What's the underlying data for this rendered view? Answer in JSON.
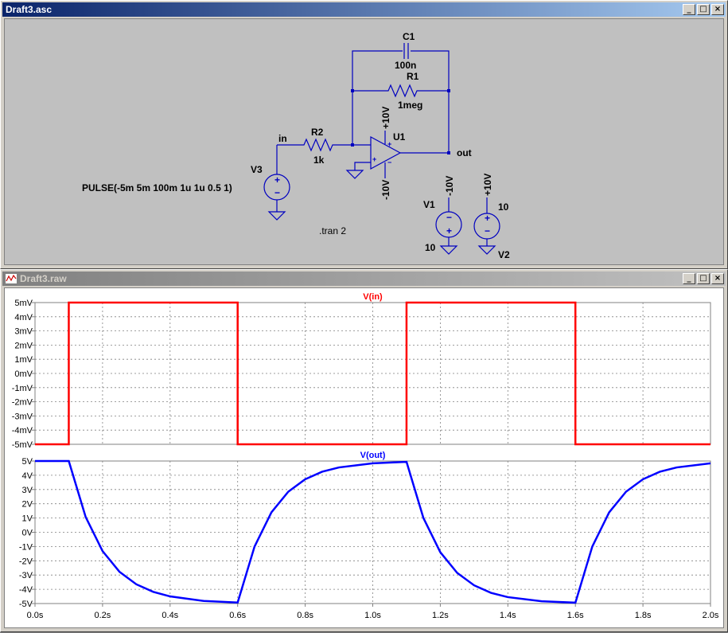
{
  "schematic_window": {
    "title": "Draft3.asc",
    "components": {
      "c1": {
        "name": "C1",
        "value": "100n"
      },
      "r1": {
        "name": "R1",
        "value": "1meg"
      },
      "r2": {
        "name": "R2",
        "value": "1k"
      },
      "u1": {
        "name": "U1",
        "supply_pos": "+10V",
        "supply_neg": "-10V"
      },
      "v3": {
        "name": "V3",
        "value": "PULSE(-5m 5m 100m 1u 1u 0.5 1)"
      },
      "v1": {
        "name": "V1",
        "label": "-10V",
        "value": "10"
      },
      "v2": {
        "name": "V2",
        "label": "+10V",
        "value": "10"
      }
    },
    "nets": {
      "in": "in",
      "out": "out"
    },
    "directive": ".tran 2"
  },
  "plot_window": {
    "title": "Draft3.raw",
    "x_ticks": [
      "0.0s",
      "0.2s",
      "0.4s",
      "0.6s",
      "0.8s",
      "1.0s",
      "1.2s",
      "1.4s",
      "1.6s",
      "1.8s",
      "2.0s"
    ],
    "panes": [
      {
        "trace": "V(in)",
        "color": "#ff0000",
        "y_ticks": [
          "5mV",
          "4mV",
          "3mV",
          "2mV",
          "1mV",
          "0mV",
          "-1mV",
          "-2mV",
          "-3mV",
          "-4mV",
          "-5mV"
        ]
      },
      {
        "trace": "V(out)",
        "color": "#0000ff",
        "y_ticks": [
          "5V",
          "4V",
          "3V",
          "2V",
          "1V",
          "0V",
          "-1V",
          "-2V",
          "-3V",
          "-4V",
          "-5V"
        ]
      }
    ]
  },
  "chart_data": [
    {
      "type": "line",
      "title": "V(in)",
      "xlim": [
        0,
        2
      ],
      "ylim": [
        -5,
        5
      ],
      "yunit": "mV",
      "grid": true,
      "series": [
        {
          "name": "V(in)",
          "color": "#ff0000",
          "x": [
            0,
            0.1,
            0.1,
            0.6,
            0.6,
            1.1,
            1.1,
            1.6,
            1.6,
            2.0
          ],
          "y": [
            -5,
            -5,
            5,
            5,
            -5,
            -5,
            5,
            5,
            -5,
            -5
          ]
        }
      ]
    },
    {
      "type": "line",
      "title": "V(out)",
      "xlim": [
        0,
        2
      ],
      "ylim": [
        -5,
        5
      ],
      "yunit": "V",
      "grid": true,
      "series": [
        {
          "name": "V(out)",
          "color": "#0000ff",
          "x": [
            0,
            0.1,
            0.15,
            0.2,
            0.25,
            0.3,
            0.35,
            0.4,
            0.5,
            0.6,
            0.65,
            0.7,
            0.75,
            0.8,
            0.85,
            0.9,
            1.0,
            1.1,
            1.15,
            1.2,
            1.25,
            1.3,
            1.35,
            1.4,
            1.5,
            1.6,
            1.65,
            1.7,
            1.75,
            1.8,
            1.85,
            1.9,
            2.0
          ],
          "y": [
            5,
            5,
            1.07,
            -1.32,
            -2.77,
            -3.65,
            -4.18,
            -4.5,
            -4.82,
            -4.93,
            -1.0,
            1.4,
            2.85,
            3.72,
            4.25,
            4.55,
            4.84,
            4.94,
            1.0,
            -1.4,
            -2.85,
            -3.72,
            -4.25,
            -4.55,
            -4.84,
            -4.94,
            -1.0,
            1.4,
            2.85,
            3.72,
            4.25,
            4.55,
            4.84
          ]
        }
      ]
    }
  ]
}
